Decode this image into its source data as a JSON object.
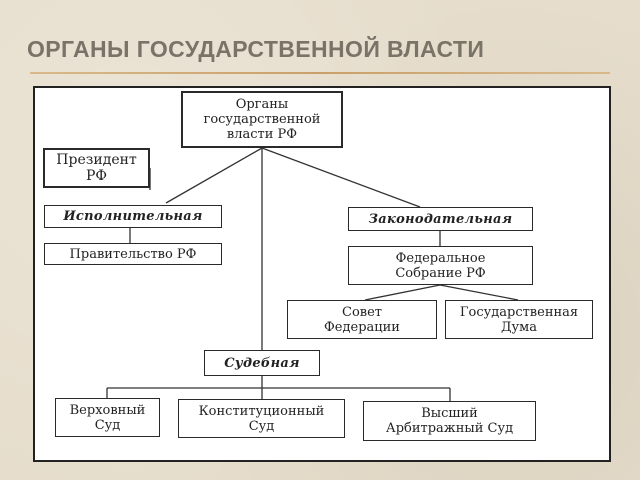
{
  "slide": {
    "title": "ОРГАНЫ ГОСУДАРСТВЕННОЙ ВЛАСТИ"
  },
  "diagram": {
    "root": "Органы\nгосударственной\nвласти РФ",
    "president": "Президент\nРФ",
    "executive": {
      "branch": "Исполнительная",
      "body": "Правительство РФ"
    },
    "legislative": {
      "branch": "Законодательная",
      "body": "Федеральное\nСобрание РФ",
      "chambers": [
        "Совет\nФедерации",
        "Государственная\nДума"
      ]
    },
    "judicial": {
      "branch": "Судебная",
      "courts": [
        "Верховный\nСуд",
        "Конституционный\nСуд",
        "Высший\nАрбитражный Суд"
      ]
    }
  }
}
